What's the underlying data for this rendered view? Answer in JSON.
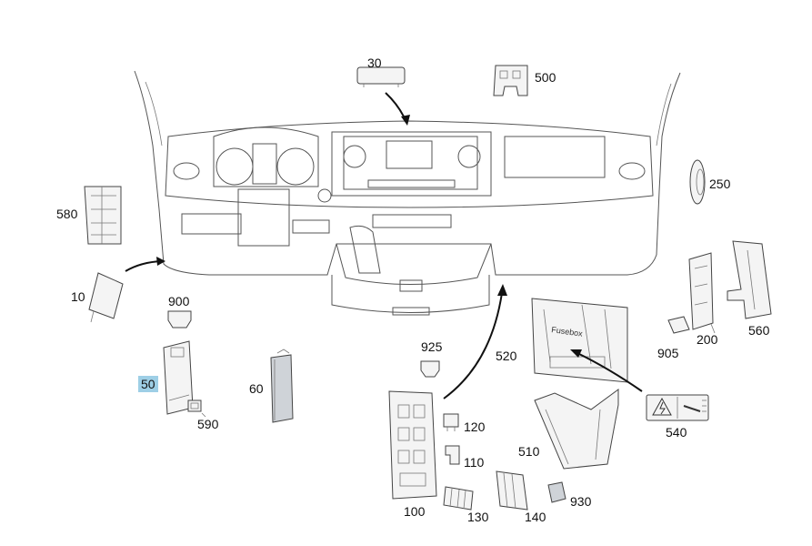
{
  "callouts": [
    {
      "id": "30",
      "text": "30"
    },
    {
      "id": "500",
      "text": "500"
    },
    {
      "id": "250",
      "text": "250"
    },
    {
      "id": "580",
      "text": "580"
    },
    {
      "id": "10",
      "text": "10"
    },
    {
      "id": "900",
      "text": "900"
    },
    {
      "id": "50",
      "text": "50",
      "highlight": true
    },
    {
      "id": "590",
      "text": "590"
    },
    {
      "id": "60",
      "text": "60"
    },
    {
      "id": "925",
      "text": "925"
    },
    {
      "id": "120",
      "text": "120"
    },
    {
      "id": "110",
      "text": "110"
    },
    {
      "id": "100",
      "text": "100"
    },
    {
      "id": "130",
      "text": "130"
    },
    {
      "id": "140",
      "text": "140"
    },
    {
      "id": "930",
      "text": "930"
    },
    {
      "id": "510",
      "text": "510"
    },
    {
      "id": "520",
      "text": "520"
    },
    {
      "id": "540",
      "text": "540"
    },
    {
      "id": "905",
      "text": "905"
    },
    {
      "id": "200",
      "text": "200"
    },
    {
      "id": "560",
      "text": "560"
    }
  ],
  "fusebox_label": "Fusebox",
  "colors": {
    "highlight": "#9ecfe6",
    "line": "#555555",
    "arrow": "#111111",
    "module": "#cfd3d8"
  }
}
